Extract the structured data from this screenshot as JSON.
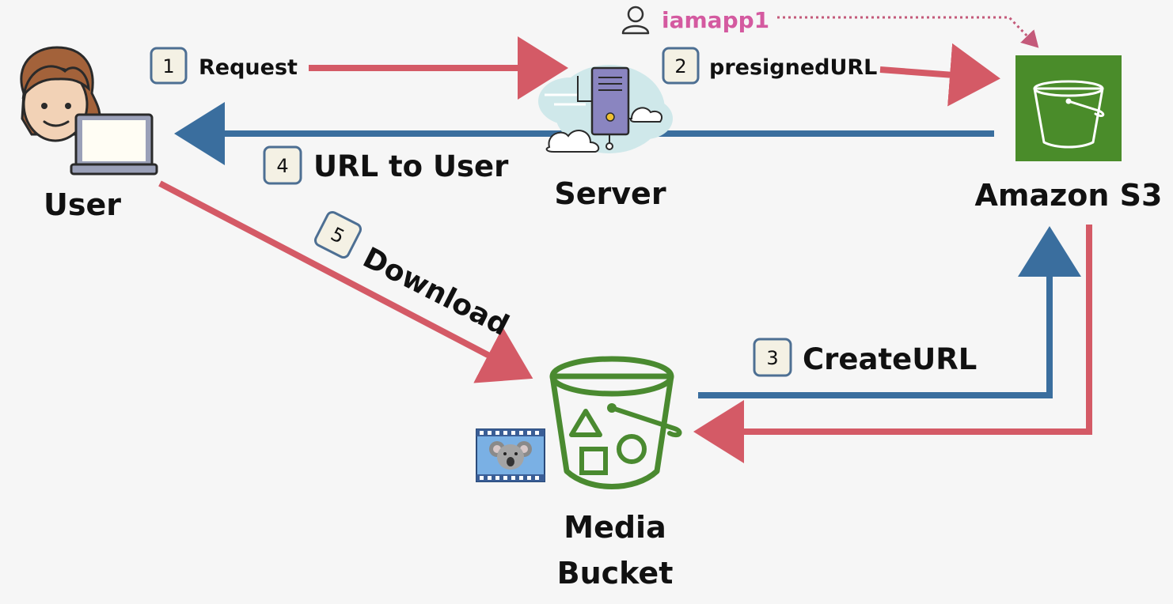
{
  "diagram": {
    "nodes": {
      "user": {
        "label": "User"
      },
      "server": {
        "label": "Server"
      },
      "s3": {
        "label": "Amazon S3"
      },
      "bucket": {
        "label_line1": "Media",
        "label_line2": "Bucket"
      }
    },
    "iam_user": {
      "label": "iamapp1"
    },
    "steps": [
      {
        "number": "1",
        "label": "Request"
      },
      {
        "number": "2",
        "label": "presignedURL"
      },
      {
        "number": "3",
        "label": "CreateURL"
      },
      {
        "number": "4",
        "label": "URL to User"
      },
      {
        "number": "5",
        "label": "Download"
      }
    ],
    "colors": {
      "request_arrow": "#d45a66",
      "response_arrow": "#3a6e9e",
      "iam_label": "#d45aa0",
      "s3_tile": "#4a8c2a",
      "bucket_stroke": "#4a8a30",
      "server_body": "#8a85c0",
      "cloud": "#cfe8ea",
      "step_badge": "#f4f1e4"
    },
    "icons": {
      "user": "person-with-laptop-icon",
      "server": "server-cloud-icon",
      "s3": "s3-bucket-icon",
      "bucket": "media-bucket-icon",
      "video": "koala-video-thumbnail-icon",
      "iam": "iam-user-icon"
    }
  }
}
